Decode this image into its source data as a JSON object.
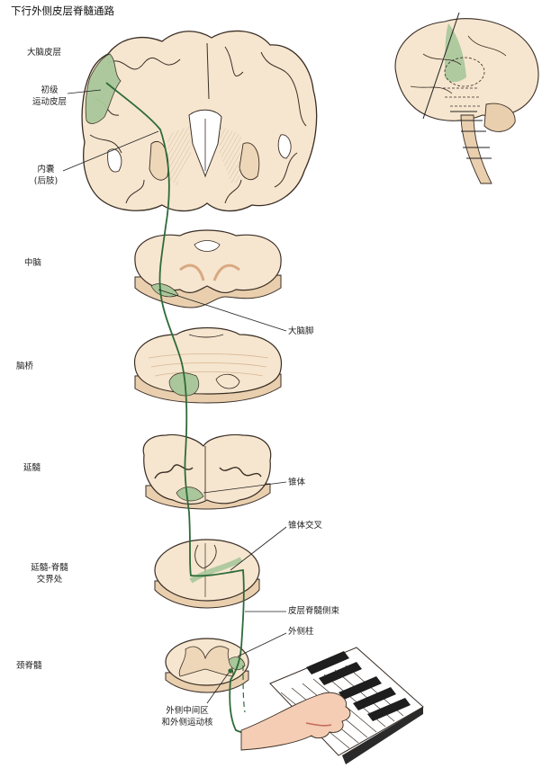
{
  "title": "下行外侧皮层脊髓通路",
  "levels": {
    "cortex": "大脑皮层",
    "midbrain": "中脑",
    "pons": "脑桥",
    "medulla": "延髓",
    "junction_line1": "延髓-脊髓",
    "junction_line2": "交界处",
    "cervical": "颈脊髓"
  },
  "structures": {
    "motor_cortex_line1": "初级",
    "motor_cortex_line2": "运动皮层",
    "internal_capsule_line1": "内囊",
    "internal_capsule_line2": "(后肢)",
    "cerebral_peduncle": "大脑脚",
    "pyramid": "锥体",
    "decussation": "锥体交叉",
    "lateral_tract": "皮层脊髓侧束",
    "lateral_column": "外侧柱",
    "nuclei_line1": "外侧中间区",
    "nuclei_line2": "和外侧运动核"
  },
  "colors": {
    "tissue": "#f6e6cf",
    "tissue_dark": "#e9cfae",
    "outline": "#3a2e26",
    "pathway": "#2f6b3a",
    "pathway_fill": "#a9c79a",
    "piano_black": "#1e1e1e"
  },
  "icons": [
    "brain-lateral-icon",
    "hand-on-piano-icon"
  ]
}
